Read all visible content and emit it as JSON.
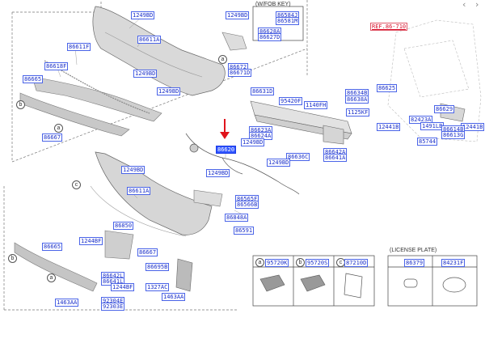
{
  "icons": {
    "nav_prev": "chevron-left-icon",
    "nav_next": "chevron-right-icon",
    "pointer": "red-arrow-icon"
  },
  "colors": {
    "label_text": "#1a2fc9",
    "label_border": "#4a64e8",
    "highlight": "#2f55ff",
    "ref_text": "#d8102a",
    "arrow": "#e0141c"
  },
  "box_titles": {
    "fob_key": "(W/FOB KEY)",
    "license_plate": "(LICENSE PLATE)"
  },
  "callouts": {
    "a": "a",
    "b": "b",
    "c": "c"
  },
  "labels": {
    "l_1249bd_a": "1249BD",
    "l_86611f": "86611F",
    "l_86611a_a": "86611A",
    "l_86618f": "86618F",
    "l_86665": "86665",
    "l_1249bd_b": "1249BD",
    "l_1249bd_c": "1249BD",
    "l_86667_a": "86667",
    "l_1249bd_d": "1249BD",
    "l_86584j": "86584J",
    "l_86581m": "86581M",
    "l_86628a": "86628A",
    "l_86627d": "86627D",
    "l_86672": "86672",
    "l_86671d": "86671D",
    "l_ref": "REF.86-710",
    "l_86631d": "86631D",
    "l_95420f": "95420F",
    "l_1140fh": "1140FH",
    "l_86634b": "86634B",
    "l_86638a": "86638A",
    "l_1125kf": "1125KF",
    "l_86625": "86625",
    "l_82423a": "82423A",
    "l_1491lb": "1491LB",
    "l_86629": "86629",
    "l_12441b_a": "12441B",
    "l_12441b_b": "12441B",
    "l_86614b": "86614B",
    "l_86613g": "86613G",
    "l_85744": "85744",
    "l_86623a": "86623A",
    "l_86624a": "86624A",
    "l_1249bd_e": "1249BD",
    "l_86636c": "86636C",
    "l_1249bd_f": "1249BD",
    "l_86642a": "86642A",
    "l_86641a": "86641A",
    "l_highlight": "86620",
    "l_1249bd_g": "1249BD",
    "l_1249bd_h": "1249BD",
    "l_86611a_b": "86611A",
    "l_86565f": "86565F",
    "l_86566b": "86566B",
    "l_86848a": "86848A",
    "l_86591": "86591",
    "l_86850": "86850",
    "l_1244bf": "1244BF",
    "l_86665_b": "86665",
    "l_86667_b": "86667",
    "l_86695b": "86695B",
    "l_1327ac": "1327AC",
    "l_1463aa_a": "1463AA",
    "l_86642l": "86642L",
    "l_1463aa_b": "1463AA",
    "l_86641l": "86641L",
    "l_92304e": "92304E",
    "l_92303e": "92303E",
    "l_1244bf_b": "1244BF",
    "l_95720k": "95720K",
    "l_95720s": "95720S",
    "l_87210d": "87210D",
    "l_86379": "86379",
    "l_84231f": "84231F"
  }
}
